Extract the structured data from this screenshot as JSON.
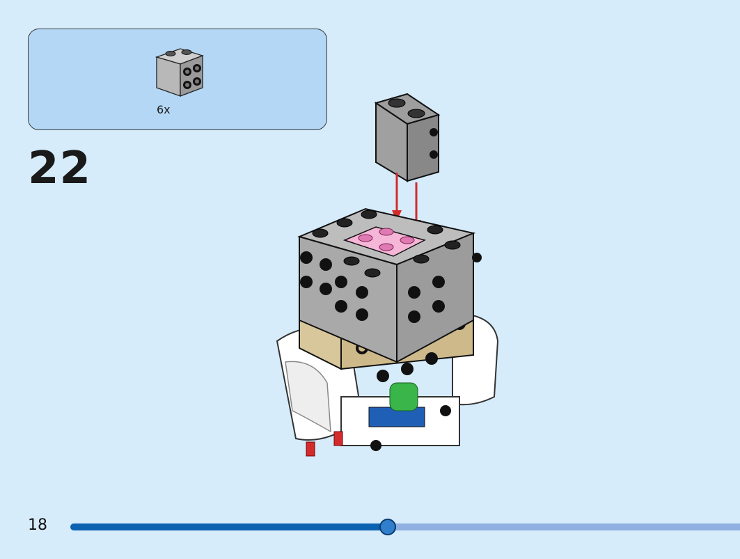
{
  "parts_callout": {
    "parts": [
      {
        "icon": "gray-2x2-brick-side-studs-icon",
        "color": "#a3a3a3",
        "quantity": "6x"
      }
    ]
  },
  "step": {
    "number": "22"
  },
  "page": {
    "number": "18"
  },
  "progress": {
    "fraction": 0.474
  },
  "colors": {
    "background": "#d6ecfb",
    "callout": "#b3d7f5",
    "arrow": "#d32b2b",
    "progress_fill": "#0b62b0",
    "progress_track": "#8fb0e0"
  }
}
